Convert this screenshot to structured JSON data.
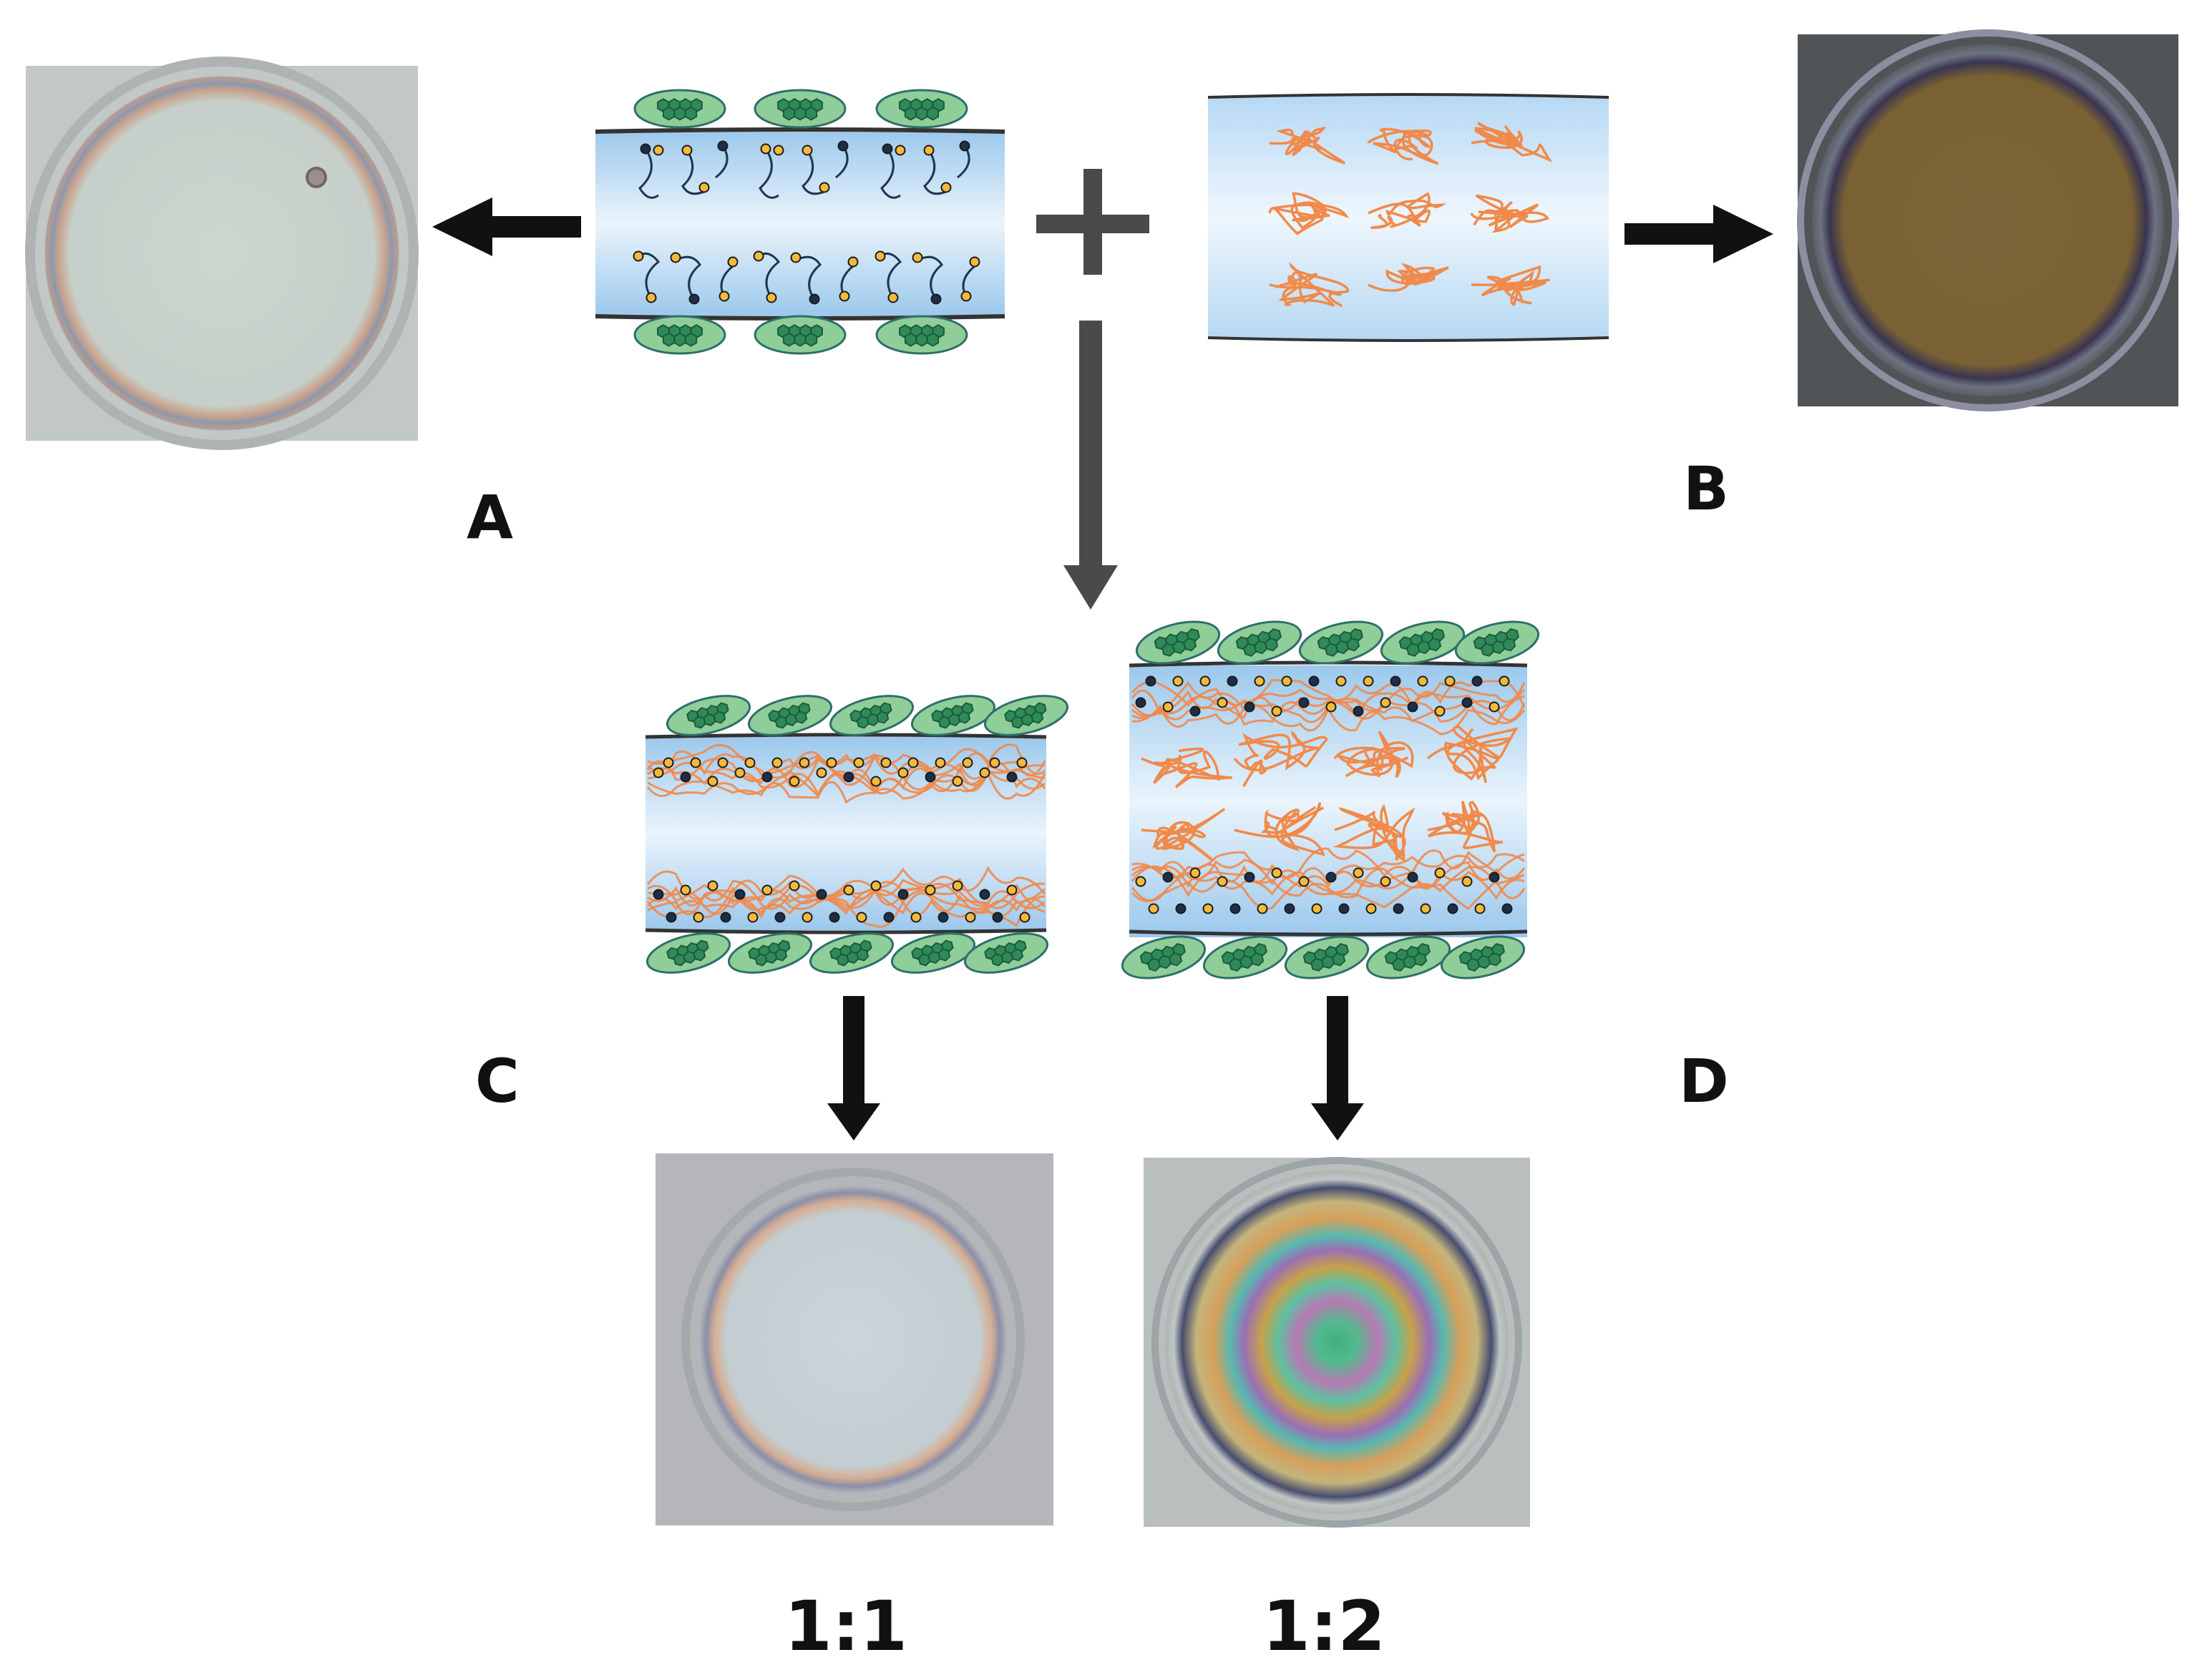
{
  "panels": {
    "a": {
      "label": "A"
    },
    "b": {
      "label": "B"
    },
    "c": {
      "label": "C"
    },
    "d": {
      "label": "D"
    }
  },
  "ratios": {
    "c": "1:1",
    "d": "1:2"
  },
  "colors": {
    "background": "#ffffff",
    "arrow_dark": "#111111",
    "arrow_gray": "#4a4a4a",
    "film_blue": "#9cc8ec",
    "surfactant_green": "#8fce98",
    "aromatic_green": "#2f8a5a",
    "headgroup_yellow": "#f2b93b",
    "headgroup_navy": "#1c2f4a",
    "polymer_orange": "#f08a4b",
    "micrograph_pale": "#c9d2cc",
    "micrograph_brown": "#7a6236"
  }
}
